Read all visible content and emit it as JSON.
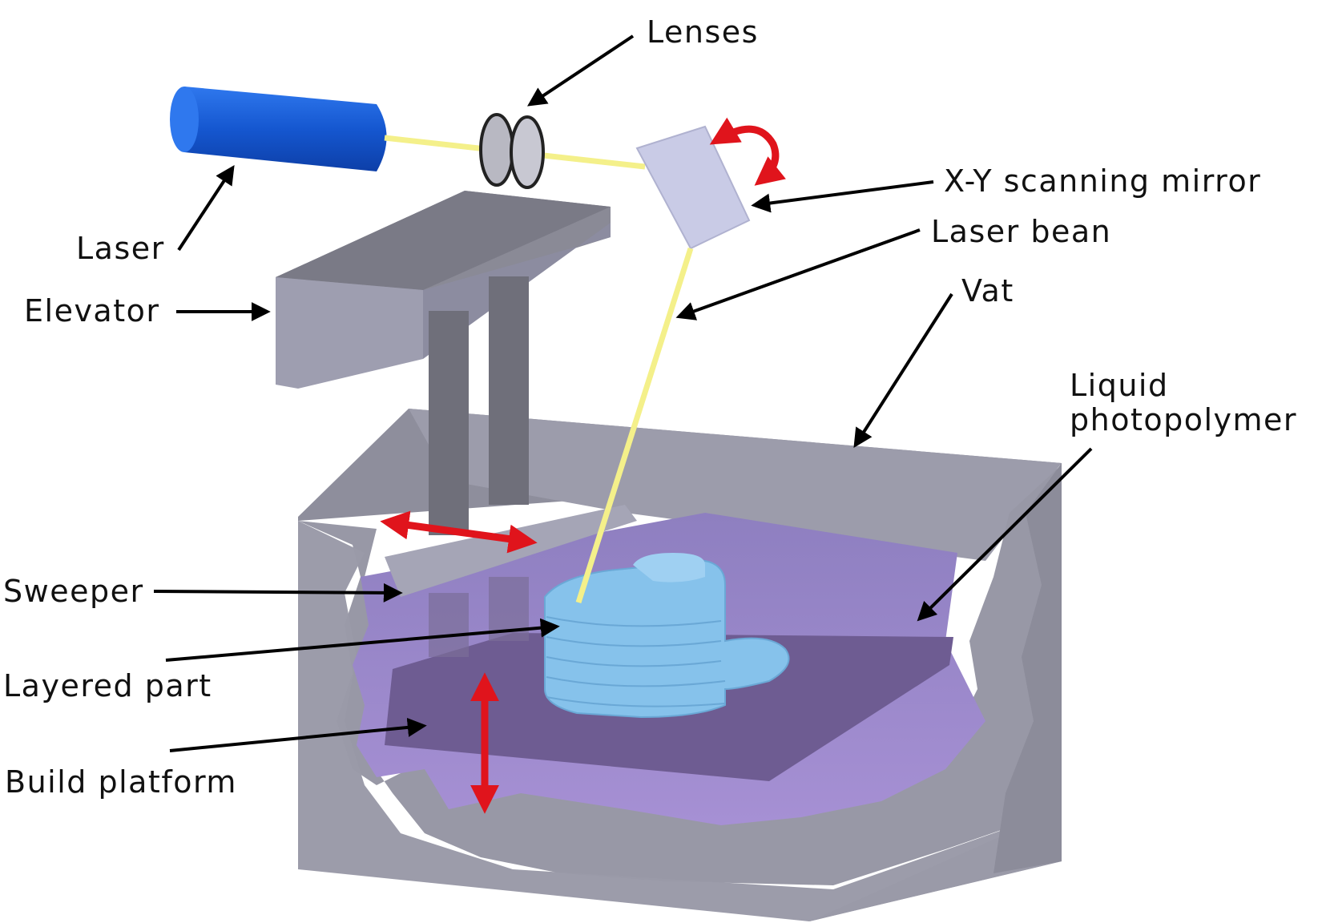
{
  "labels": {
    "lenses": "Lenses",
    "laser": "Laser",
    "xy_mirror": "X-Y scanning mirror",
    "laser_beam": "Laser bean",
    "elevator": "Elevator",
    "vat": "Vat",
    "liquid_line1": "Liquid",
    "liquid_line2": "photopolymer",
    "sweeper": "Sweeper",
    "layered_part": "Layered part",
    "build_platform": "Build platform"
  },
  "colors": {
    "laser_body": "#1a5fd6",
    "laser_beam": "#f4f08a",
    "vat_gray": "#9a9aa6",
    "liquid": "#9b86c9",
    "platform": "#6e5c92",
    "part": "#8cc8ee",
    "motion_arrow": "#e0141c",
    "mirror": "#c9cbe6"
  }
}
